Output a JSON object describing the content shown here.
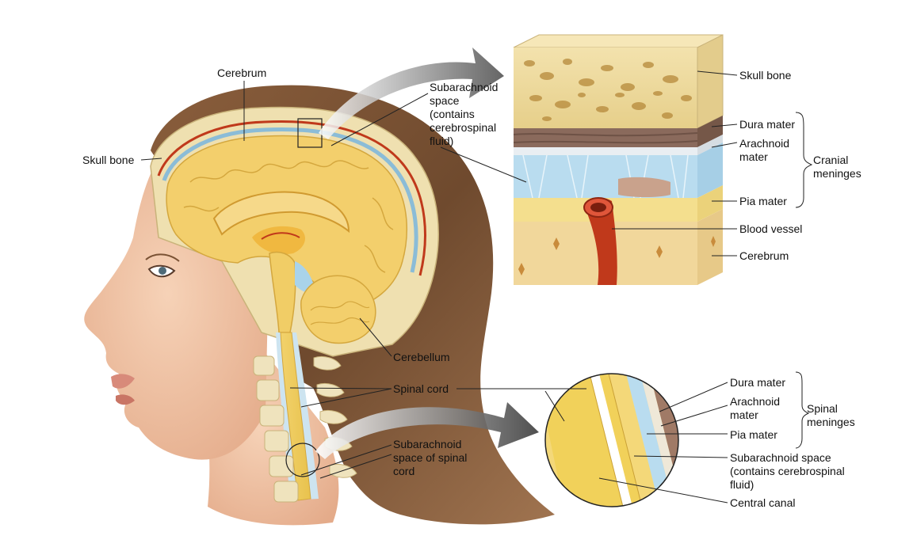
{
  "head_labels": {
    "cerebrum": "Cerebrum",
    "skull_bone": "Skull bone",
    "subarachnoid_space": "Subarachnoid\nspace\n(contains\ncerebrospinal\nfluid)",
    "cerebellum": "Cerebellum",
    "spinal_cord": "Spinal cord",
    "subarachnoid_spinal": "Subarachnoid\nspace of spinal\ncord"
  },
  "cranial_labels": {
    "skull_bone": "Skull bone",
    "dura_mater": "Dura mater",
    "arachnoid_mater": "Arachnoid\nmater",
    "pia_mater": "Pia mater",
    "blood_vessel": "Blood vessel",
    "cerebrum": "Cerebrum",
    "group": "Cranial\nmeninges"
  },
  "spinal_labels": {
    "dura_mater": "Dura mater",
    "arachnoid_mater": "Arachnoid\nmater",
    "pia_mater": "Pia mater",
    "subarachnoid_space": "Subarachnoid space\n(contains cerebrospinal\nfluid)",
    "central_canal": "Central canal",
    "group": "Spinal\nmeninges"
  },
  "colors": {
    "brain": "#f3cf6c",
    "skull": "#efe0b0",
    "csf": "#a9d3ea",
    "dura": "#8a6a5c",
    "vessel": "#c0391b",
    "hair": "#7a5234",
    "skin": "#f2c3a4"
  }
}
